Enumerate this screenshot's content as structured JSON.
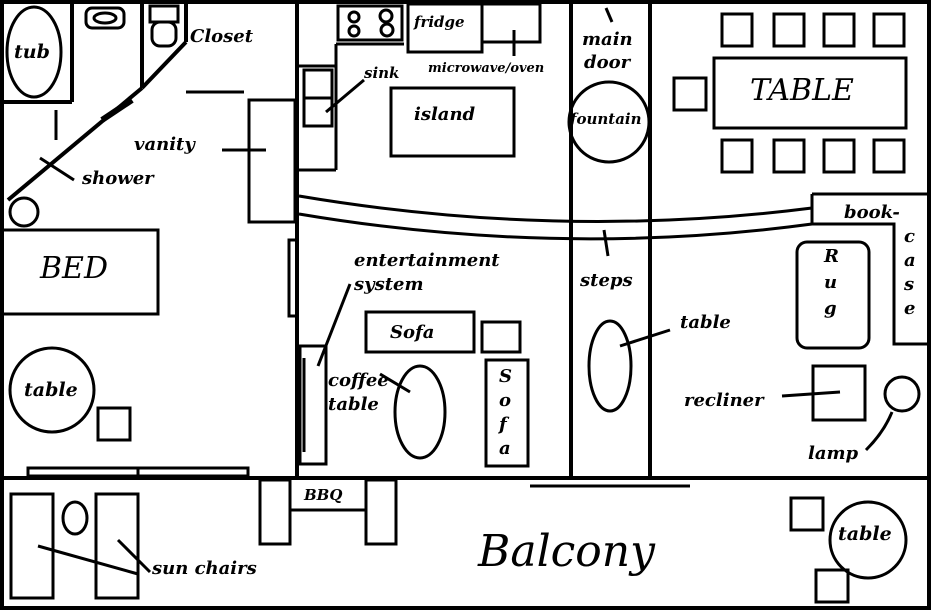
{
  "labels": {
    "tub": "tub",
    "closet": "Closet",
    "fridge": "fridge",
    "microwave": "microwave/oven",
    "sink": "sink",
    "island": "island",
    "main_door_1": "main",
    "main_door_2": "door",
    "fountain": "fountain",
    "table_big": "TABLE",
    "vanity": "vanity",
    "shower": "shower",
    "bed": "BED",
    "bookcase_1": "book-",
    "bookcase_c": "c",
    "bookcase_a": "a",
    "bookcase_s": "s",
    "bookcase_e": "e",
    "rug_r": "R",
    "rug_u": "u",
    "rug_g": "g",
    "entertainment_1": "entertainment",
    "entertainment_2": "system",
    "steps": "steps",
    "sofa_h": "Sofa",
    "sofa_v_s": "S",
    "sofa_v_o": "o",
    "sofa_v_f": "f",
    "sofa_v_a": "a",
    "coffee_table_1": "coffee",
    "coffee_table_2": "table",
    "table_center": "table",
    "table_bedroom": "table",
    "recliner": "recliner",
    "lamp": "lamp",
    "bbq": "BBQ",
    "balcony": "Balcony",
    "sun_chairs": "sun chairs",
    "table_balcony": "table"
  }
}
